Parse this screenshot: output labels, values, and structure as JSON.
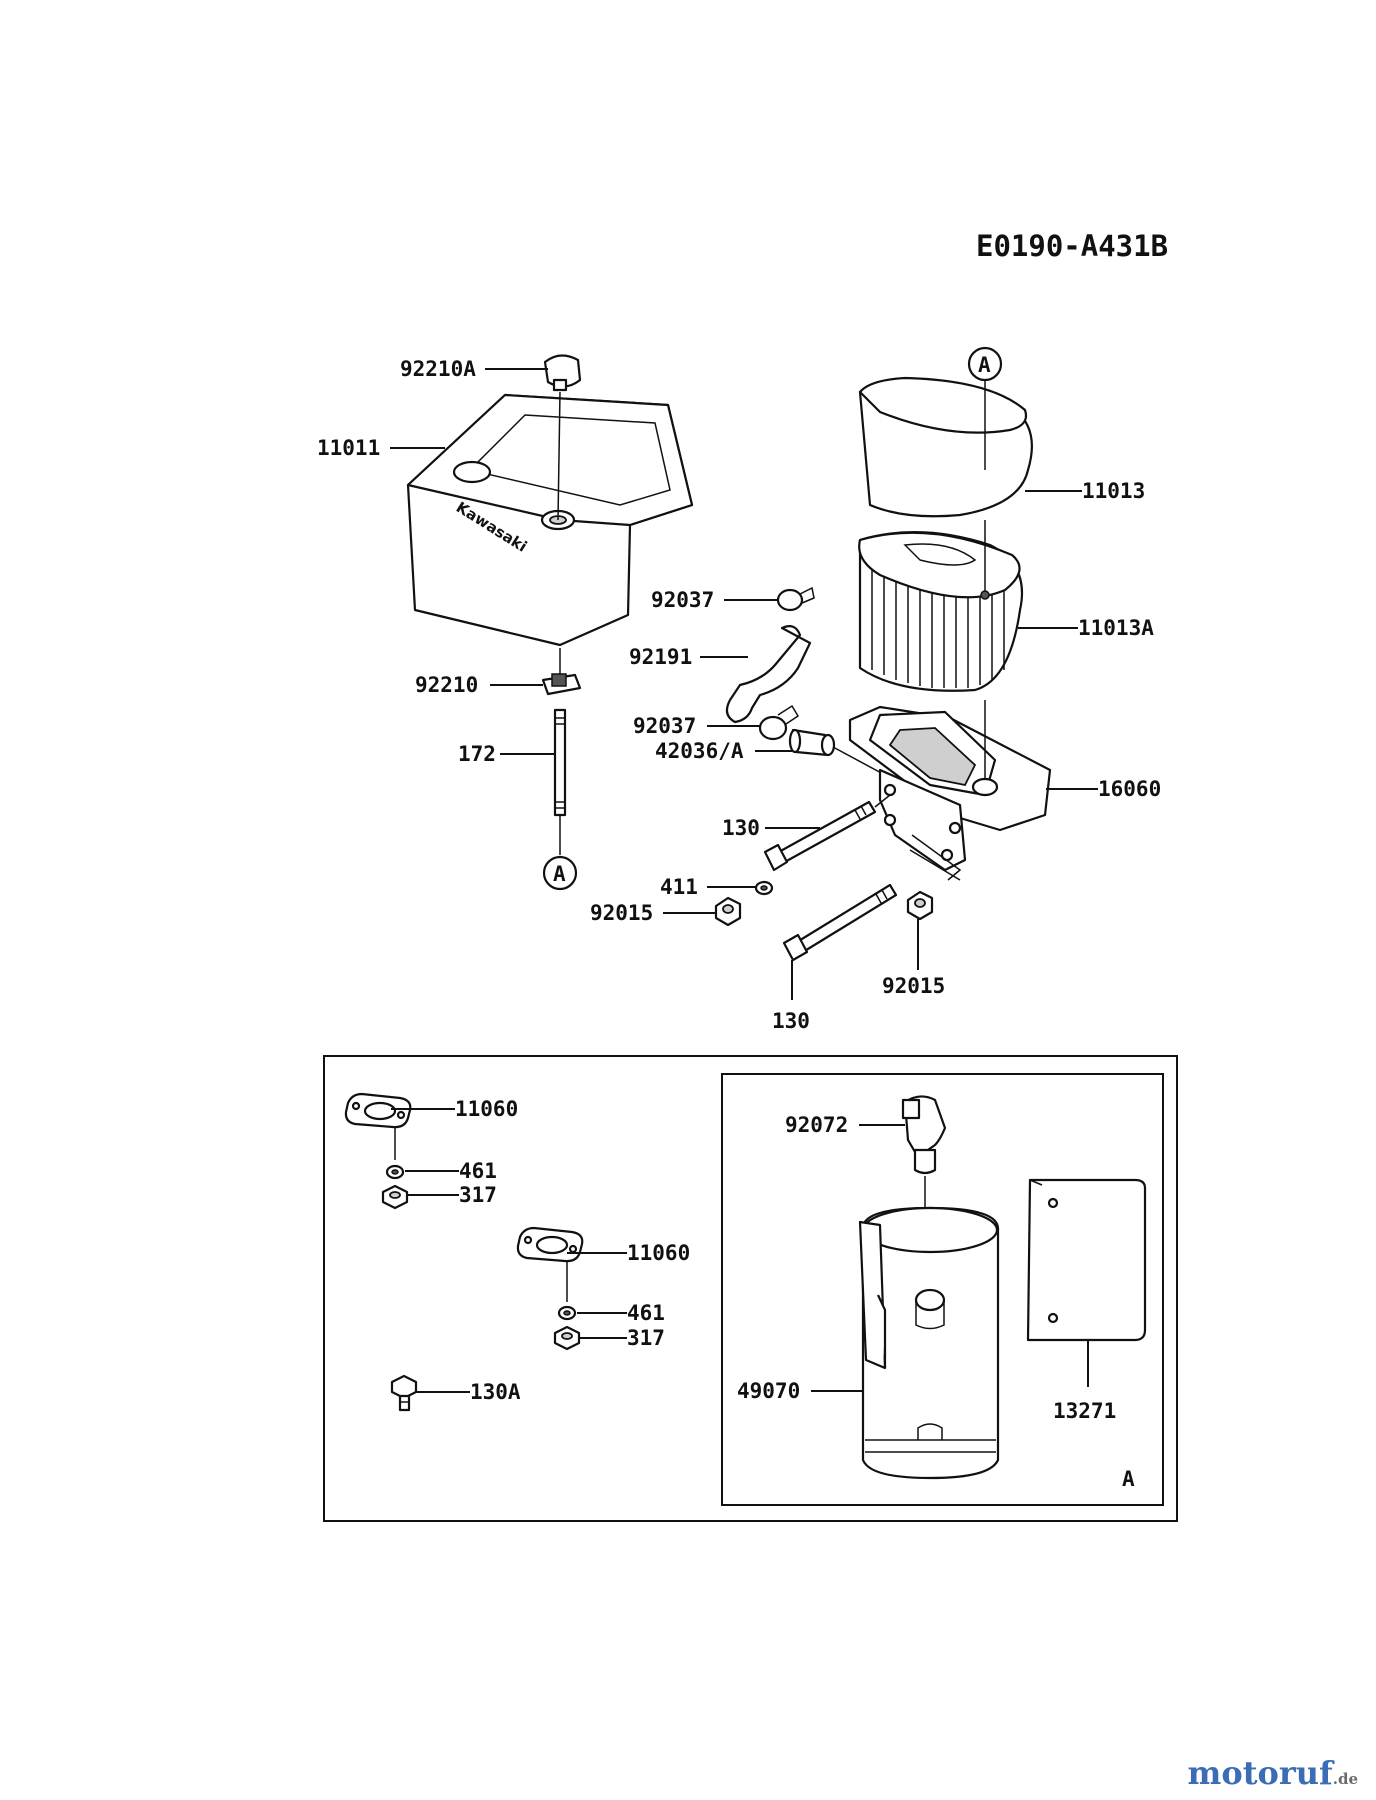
{
  "diagram_code": "E0190-A431B",
  "labels": {
    "p92210A": "92210A",
    "p11011": "11011",
    "p11013": "11013",
    "p11013A": "11013A",
    "p92037a": "92037",
    "p92191": "92191",
    "p92037b": "92037",
    "p42036A": "42036/A",
    "p16060": "16060",
    "p92210": "92210",
    "p172": "172",
    "p130a": "130",
    "p411": "411",
    "p92015a": "92015",
    "p92015b": "92015",
    "p130b": "130",
    "p11060a": "11060",
    "p461a": "461",
    "p317a": "317",
    "p11060b": "11060",
    "p461b": "461",
    "p317b": "317",
    "p130A": "130A",
    "p92072": "92072",
    "p49070": "49070",
    "p13271": "13271"
  },
  "callouts": {
    "ref_top": "A",
    "ref_bottom": "A",
    "inset_marker": "A"
  },
  "cover_brand": "Kawasaki",
  "watermark": {
    "main": "motoruf",
    "suffix": ".de"
  },
  "colors": {
    "watermark_blue": "#3a6db5",
    "watermark_orange": "#e08a1e"
  }
}
